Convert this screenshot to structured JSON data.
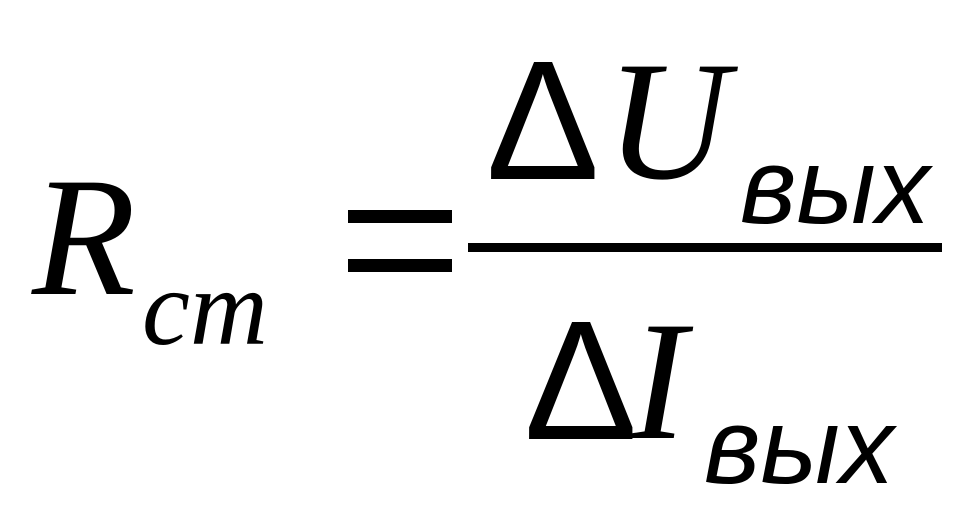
{
  "formula": {
    "lhs": {
      "symbol": "R",
      "subscript": "cm"
    },
    "operator": "=",
    "numerator": {
      "delta": "Δ",
      "symbol": "U",
      "subscript": "вых"
    },
    "denominator": {
      "delta": "Δ",
      "symbol": "I",
      "subscript": "вых"
    }
  }
}
